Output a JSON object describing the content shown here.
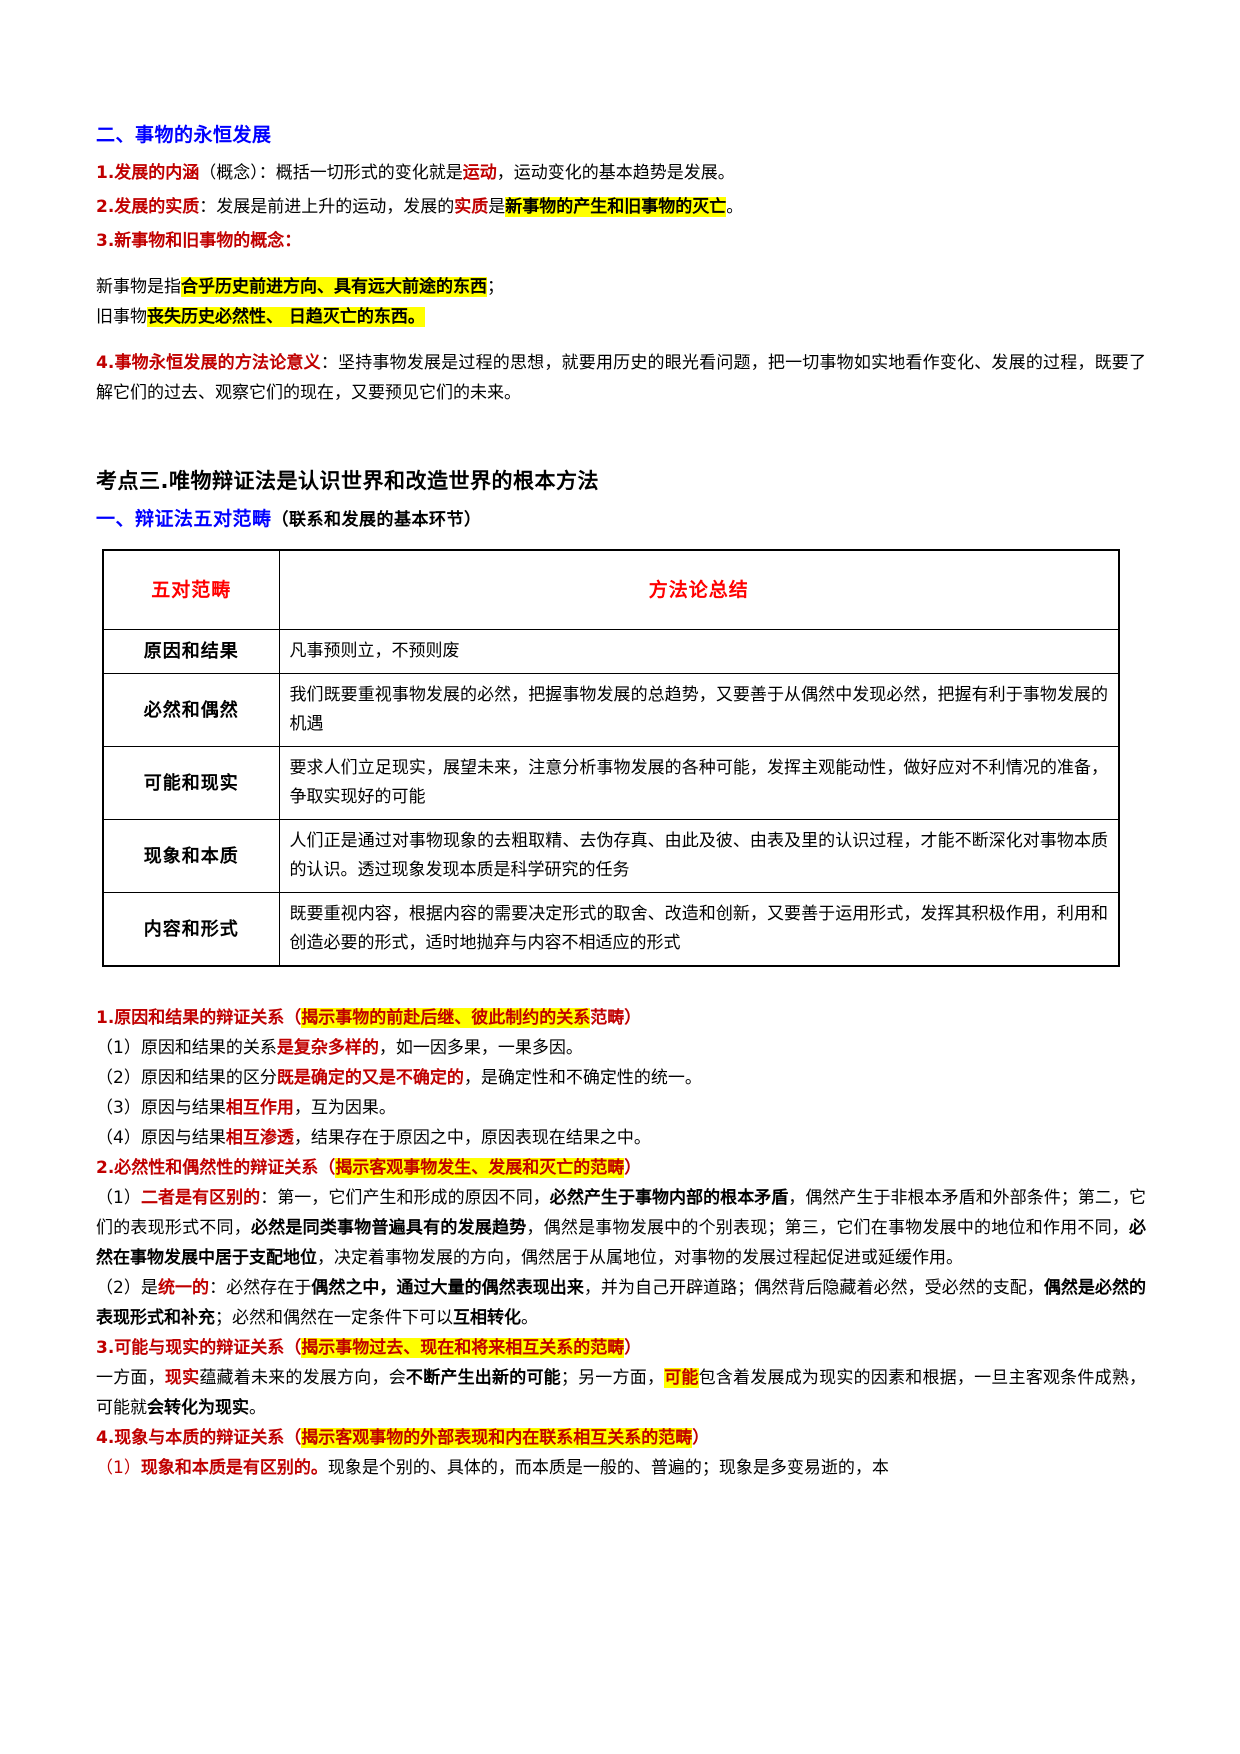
{
  "section_two": {
    "heading": "二、事物的永恒发展",
    "items": [
      {
        "num_label": "1.发展的内涵",
        "rest_1": "（概念）：概括一切形式的变化就是",
        "kw_1": "运动",
        "rest_2": "，运动变化的基本趋势是发展。"
      },
      {
        "num_label": "2.发展的实质",
        "rest_1": "：发展是前进上升的运动，发展的",
        "kw_1": "实质",
        "rest_2": "是",
        "hl_1": "新事物的产生和旧事物的灭亡",
        "rest_3": "。"
      },
      {
        "num_label": "3.新事物和旧事物的概念：",
        "line_new_prefix": "新事物是指",
        "line_new_hl": "合乎历史前进方向、具有远大前途的东西",
        "line_new_suffix": "；",
        "line_old_prefix": "旧事物",
        "line_old_hl": "丧失历史必然性、 日趋灭亡的东西。"
      },
      {
        "num_label": "4.事物永恒发展的方法论意义",
        "body": "：坚持事物发展是过程的思想，就要用历史的眼光看问题，把一切事物如实地看作变化、发展的过程，既要了解它们的过去、观察它们的现在，又要预见它们的未来。"
      }
    ]
  },
  "kaodian_three": {
    "heading": "考点三.唯物辩证法是认识世界和改造世界的根本方法",
    "sub_heading_blue": "一、辩证法五对范畴",
    "sub_heading_plain": "（联系和发展的基本环节）"
  },
  "table": {
    "headers": [
      "五对范畴",
      "方法论总结"
    ],
    "rows": [
      {
        "category": "原因和结果",
        "method": "凡事预则立，不预则废"
      },
      {
        "category": "必然和偶然",
        "method": "我们既要重视事物发展的必然，把握事物发展的总趋势，又要善于从偶然中发现必然，把握有利于事物发展的机遇"
      },
      {
        "category": "可能和现实",
        "method": "要求人们立足现实，展望未来，注意分析事物发展的各种可能，发挥主观能动性，做好应对不利情况的准备，争取实现好的可能"
      },
      {
        "category": "现象和本质",
        "method": "人们正是通过对事物现象的去粗取精、去伪存真、由此及彼、由表及里的认识过程，才能不断深化对事物本质的认识。透过现象发现本质是科学研究的任务"
      },
      {
        "category": "内容和形式",
        "method": "既要重视内容，根据内容的需要决定形式的取舍、改造和创新，又要善于运用形式，发挥其积极作用，利用和创造必要的形式，适时地抛弃与内容不相适应的形式"
      }
    ]
  },
  "notes": {
    "n1": {
      "title_red": "1.原因和结果的辩证关系（",
      "title_hl": "揭示事物的前赴后继、彼此制约的关系",
      "title_tail": "范畴）",
      "lines": [
        {
          "pre": "（1）原因和结果的关系",
          "kw": "是复杂多样的",
          "post": "，如一因多果，一果多因。"
        },
        {
          "pre": "（2）原因和结果的区分",
          "kw": "既是确定的又是不确定的",
          "post": "，是确定性和不确定性的统一。"
        },
        {
          "pre": "（3）原因与结果",
          "kw": "相互作用",
          "post": "，互为因果。"
        },
        {
          "pre": "（4）原因与结果",
          "kw": "相互渗透",
          "post": "，结果存在于原因之中，原因表现在结果之中。"
        }
      ]
    },
    "n2": {
      "title_red": "2.必然性和偶然性的辩证关系（",
      "title_hl": "揭示客观事物发生、发展和灭亡的范畴",
      "title_tail": "）",
      "p1_lead": "（1）",
      "p1_lead_kw": "二者是有区别的",
      "p1_a": "：第一，它们产生和形成的原因不同，",
      "p1_b1": "必然产生于事物内部的根本矛盾",
      "p1_c": "，偶然产生于非根本矛盾和外部条件；第二，它们的表现形式不同，",
      "p1_b2": "必然是同类事物普遍具有的发展趋势",
      "p1_d": "，偶然是事物发展中的个别表现；第三，它们在事物发展中的地位和作用不同，",
      "p1_b3": "必然在事物发展中居于支配地位",
      "p1_e": "，决定着事物发展的方向，偶然居于从属地位，对事物的发展过程起促进或延缓作用。",
      "p2_lead": "（2）是",
      "p2_lead_kw": "统一的",
      "p2_a": "：必然存在于",
      "p2_b1": "偶然之中，通过大量的偶然表现出来",
      "p2_c": "，并为自己开辟道路；偶然背后隐藏着必然，受必然的支配，",
      "p2_b2": "偶然是必然的表现形式和补充",
      "p2_d": "；必然和偶然在一定条件下可以",
      "p2_b3": "互相转化",
      "p2_e": "。"
    },
    "n3": {
      "title_red": "3.可能与现实的辩证关系（",
      "title_hl": "揭示事物过去、现在和将来相互关系的范畴",
      "title_tail": "）",
      "body_a": "一方面，",
      "body_kw1": "现实",
      "body_b": "蕴藏着未来的发展方向，会",
      "body_kw2": "不断产生出新的可能",
      "body_c": "；另一方面，",
      "body_kw3": "可能",
      "body_d": "包含着发展成为现实的因素和根据，一旦主客观条件成熟，可能就",
      "body_kw4": "会转化为现实",
      "body_e": "。"
    },
    "n4": {
      "title_red": "4.现象与本质的辩证关系（",
      "title_hl": "揭示客观事物的外部表现和内在联系相互关系的范畴",
      "title_tail": "）",
      "line_lead": "（1）",
      "line_lead_kw": "现象和本质是有区别的。",
      "line_rest": "现象是个别的、具体的，而本质是一般的、普遍的；现象是多变易逝的，本"
    }
  }
}
